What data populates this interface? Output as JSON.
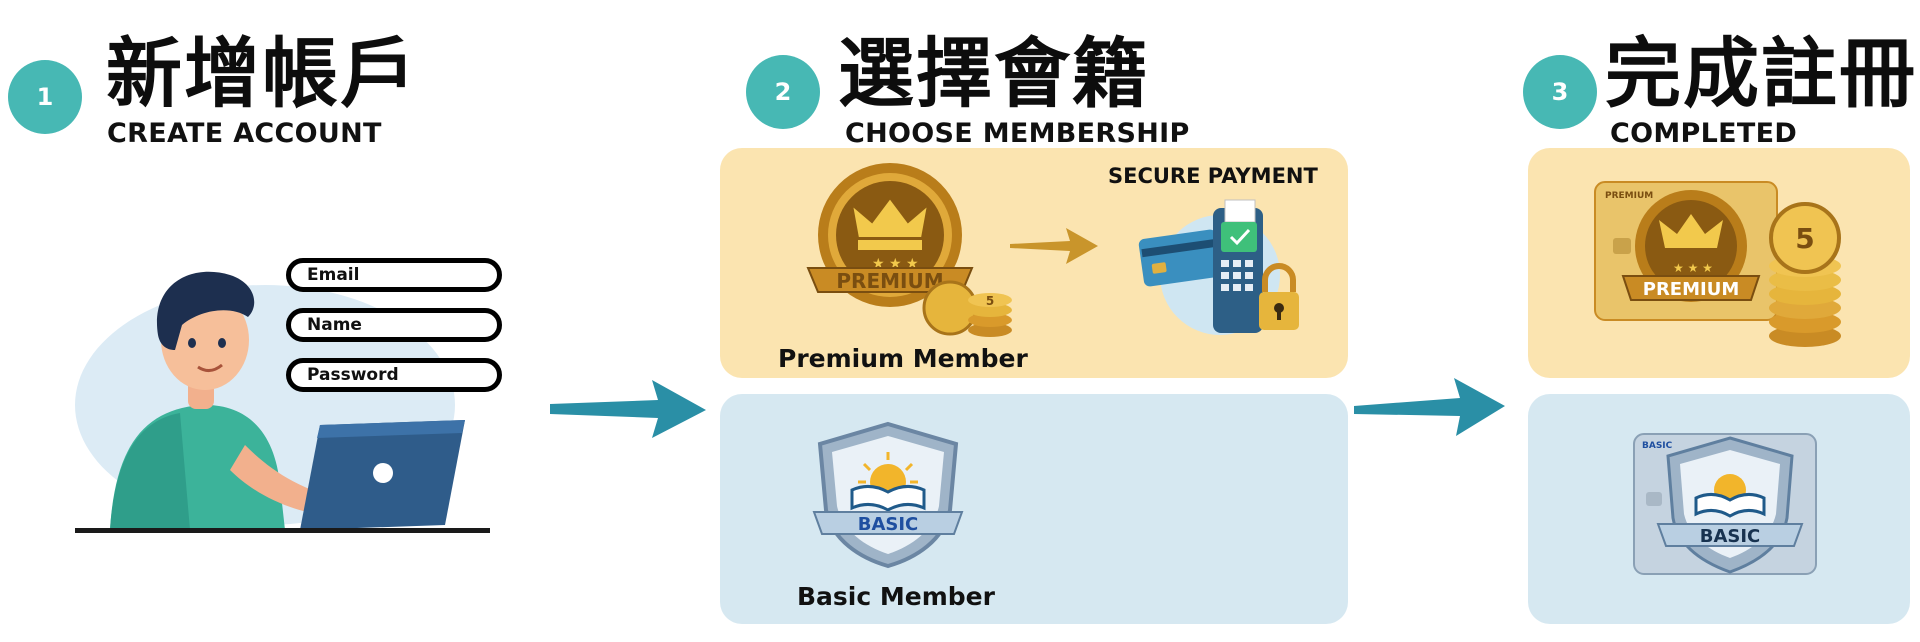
{
  "steps": [
    {
      "number": "1",
      "title_zh": "新增帳戶",
      "title_en": "CREATE ACCOUNT"
    },
    {
      "number": "2",
      "title_zh": "選擇會籍",
      "title_en": "CHOOSE MEMBERSHIP"
    },
    {
      "number": "3",
      "title_zh": "完成註冊",
      "title_en": "COMPLETED"
    }
  ],
  "form_fields": [
    "Email",
    "Name",
    "Password"
  ],
  "membership": {
    "premium_label": "Premium Member",
    "basic_label": "Basic Member",
    "secure_payment": "SECURE PAYMENT",
    "premium_badge": "PREMIUM",
    "basic_badge": "BASIC",
    "coin_value": "5",
    "card_premium_tag": "PREMIUM",
    "card_basic_tag": "BASIC"
  },
  "colors": {
    "step_circle": "#47b8b4",
    "arrow": "#2a8fa6",
    "premium_bg": "#fbe4b0",
    "basic_bg": "#d6e8f1",
    "gold": "#d9a426",
    "silver": "#9fb4c8"
  }
}
